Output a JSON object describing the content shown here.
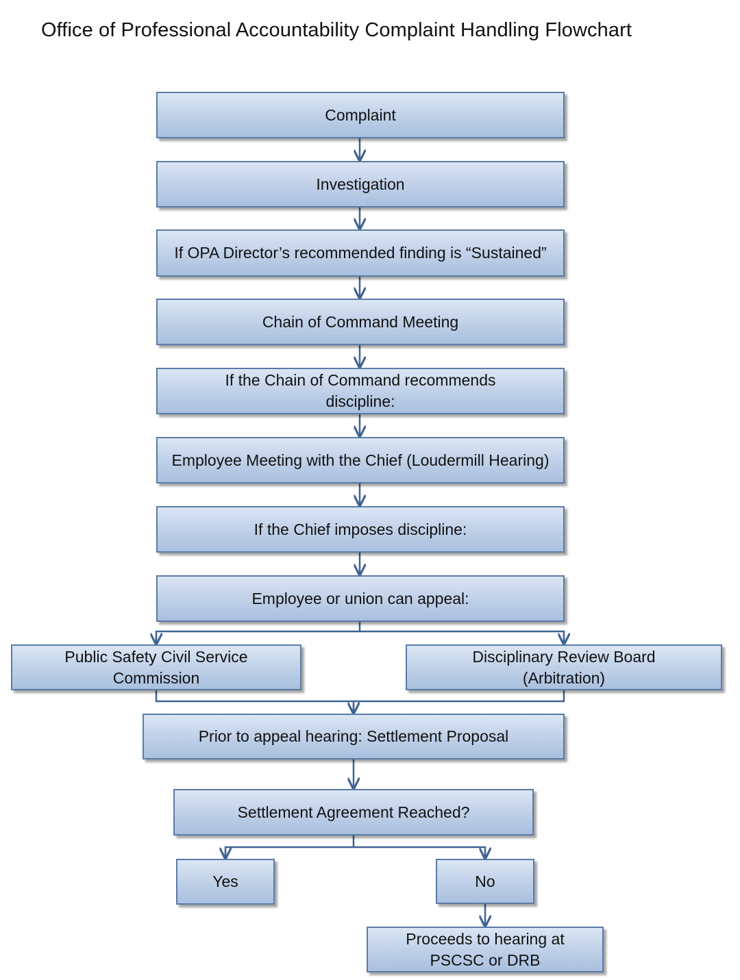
{
  "title": "Office of Professional Accountability Complaint Handling Flowchart",
  "nodes": {
    "complaint": "Complaint",
    "investigation": "Investigation",
    "opa_sustained": "If OPA Director’s recommended finding is “Sustained”",
    "chain_meeting": "Chain of Command Meeting",
    "chain_recommends": "If the Chain of Command recommends discipline:",
    "loudermill": "Employee Meeting with the Chief (Loudermill Hearing)",
    "chief_imposes": "If the Chief imposes discipline:",
    "appeal": "Employee or union can appeal:",
    "pscsc": "Public Safety Civil Service Commission",
    "drb": "Disciplinary Review Board (Arbitration)",
    "settlement_proposal": "Prior to appeal hearing: Settlement Proposal",
    "settlement_reached": "Settlement Agreement Reached?",
    "yes": "Yes",
    "no": "No",
    "proceeds": "Proceeds to hearing at PSCSC or DRB"
  },
  "colors": {
    "box_border": "#5b7ba6",
    "box_fill_top": "#dbe6f4",
    "box_fill_bottom": "#a9c0df",
    "connector": "#3f6391"
  }
}
